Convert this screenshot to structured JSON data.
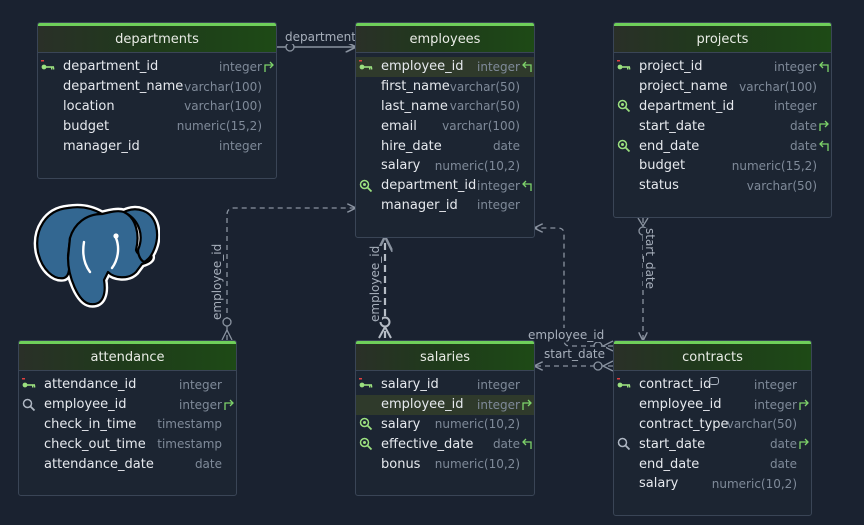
{
  "tables": [
    {
      "id": "departments",
      "title": "departments",
      "columns": [
        {
          "name": "department_id",
          "type": "integer",
          "icon": "primary-key",
          "ref": "out",
          "hl": false
        },
        {
          "name": "department_name",
          "type": "varchar(100)",
          "icon": "",
          "ref": "",
          "hl": false
        },
        {
          "name": "location",
          "type": "varchar(100)",
          "icon": "",
          "ref": "",
          "hl": false
        },
        {
          "name": "budget",
          "type": "numeric(15,2)",
          "icon": "",
          "ref": "",
          "hl": false
        },
        {
          "name": "manager_id",
          "type": "integer",
          "icon": "",
          "ref": "",
          "hl": false
        }
      ]
    },
    {
      "id": "employees",
      "title": "employees",
      "columns": [
        {
          "name": "employee_id",
          "type": "integer",
          "icon": "primary-key",
          "ref": "in",
          "hl": true
        },
        {
          "name": "first_name",
          "type": "varchar(50)",
          "icon": "",
          "ref": "",
          "hl": false
        },
        {
          "name": "last_name",
          "type": "varchar(50)",
          "icon": "",
          "ref": "",
          "hl": false
        },
        {
          "name": "email",
          "type": "varchar(100)",
          "icon": "",
          "ref": "",
          "hl": false
        },
        {
          "name": "hire_date",
          "type": "date",
          "icon": "",
          "ref": "",
          "hl": false
        },
        {
          "name": "salary",
          "type": "numeric(10,2)",
          "icon": "",
          "ref": "",
          "hl": false
        },
        {
          "name": "department_id",
          "type": "integer",
          "icon": "index",
          "ref": "in",
          "hl": false
        },
        {
          "name": "manager_id",
          "type": "integer",
          "icon": "",
          "ref": "",
          "hl": false
        }
      ]
    },
    {
      "id": "projects",
      "title": "projects",
      "columns": [
        {
          "name": "project_id",
          "type": "integer",
          "icon": "primary-key",
          "ref": "in",
          "hl": false
        },
        {
          "name": "project_name",
          "type": "varchar(100)",
          "icon": "",
          "ref": "",
          "hl": false
        },
        {
          "name": "department_id",
          "type": "integer",
          "icon": "index",
          "ref": "",
          "hl": false
        },
        {
          "name": "start_date",
          "type": "date",
          "icon": "",
          "ref": "out",
          "hl": false
        },
        {
          "name": "end_date",
          "type": "date",
          "icon": "index",
          "ref": "in",
          "hl": false
        },
        {
          "name": "budget",
          "type": "numeric(15,2)",
          "icon": "",
          "ref": "",
          "hl": false
        },
        {
          "name": "status",
          "type": "varchar(50)",
          "icon": "",
          "ref": "",
          "hl": false
        }
      ]
    },
    {
      "id": "attendance",
      "title": "attendance",
      "columns": [
        {
          "name": "attendance_id",
          "type": "integer",
          "icon": "primary-key",
          "ref": "",
          "hl": false
        },
        {
          "name": "employee_id",
          "type": "integer",
          "icon": "search",
          "ref": "out",
          "hl": false
        },
        {
          "name": "check_in_time",
          "type": "timestamp",
          "icon": "",
          "ref": "",
          "hl": false
        },
        {
          "name": "check_out_time",
          "type": "timestamp",
          "icon": "",
          "ref": "",
          "hl": false
        },
        {
          "name": "attendance_date",
          "type": "date",
          "icon": "",
          "ref": "",
          "hl": false
        }
      ]
    },
    {
      "id": "salaries",
      "title": "salaries",
      "columns": [
        {
          "name": "salary_id",
          "type": "integer",
          "icon": "primary-key",
          "ref": "",
          "hl": false
        },
        {
          "name": "employee_id",
          "type": "integer",
          "icon": "",
          "ref": "out",
          "hl": true
        },
        {
          "name": "salary",
          "type": "numeric(10,2)",
          "icon": "index",
          "ref": "",
          "hl": false
        },
        {
          "name": "effective_date",
          "type": "date",
          "icon": "index",
          "ref": "in",
          "hl": false
        },
        {
          "name": "bonus",
          "type": "numeric(10,2)",
          "icon": "",
          "ref": "",
          "hl": false
        }
      ]
    },
    {
      "id": "contracts",
      "title": "contracts",
      "columns": [
        {
          "name": "contract_id",
          "type": "integer",
          "icon": "primary-key",
          "ref": "",
          "hl": false,
          "comment": true
        },
        {
          "name": "employee_id",
          "type": "integer",
          "icon": "",
          "ref": "out",
          "hl": false
        },
        {
          "name": "contract_type",
          "type": "varchar(50)",
          "icon": "",
          "ref": "",
          "hl": false
        },
        {
          "name": "start_date",
          "type": "date",
          "icon": "search",
          "ref": "out",
          "hl": false
        },
        {
          "name": "end_date",
          "type": "date",
          "icon": "",
          "ref": "",
          "hl": false
        },
        {
          "name": "salary",
          "type": "numeric(10,2)",
          "icon": "",
          "ref": "",
          "hl": false
        }
      ]
    }
  ],
  "relations": [
    {
      "id": "dept-emp",
      "label": "department"
    },
    {
      "id": "att-emp",
      "label": "employee_id"
    },
    {
      "id": "sal-emp",
      "label": "employee_id"
    },
    {
      "id": "con-emp",
      "label": "employee_id"
    },
    {
      "id": "con-sal",
      "label": "start_date"
    },
    {
      "id": "proj-con",
      "label": "start_date"
    }
  ],
  "colors": {
    "background": "#1a2230",
    "header_accent": "#6fcf5a",
    "key_icon": "#9be07f",
    "ref_arrow": "#7ed36a",
    "edge": "#8a93a0",
    "type_text": "#7f8a99",
    "logo_blue": "#336791"
  },
  "logo": {
    "name": "postgresql-elephant-icon"
  }
}
